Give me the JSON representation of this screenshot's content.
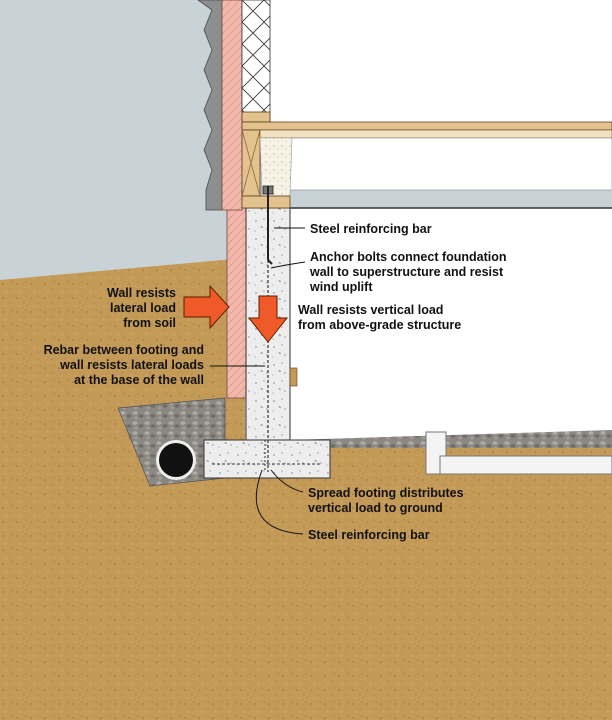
{
  "labels": {
    "steel_bar_top": "Steel reinforcing bar",
    "anchor_1": "Anchor bolts connect foundation",
    "anchor_2": "wall to superstructure and resist",
    "anchor_3": "wind uplift",
    "lateral_1": "Wall resists",
    "lateral_2": "lateral load",
    "lateral_3": "from soil",
    "vertical_1": "Wall resists vertical load",
    "vertical_2": "from above-grade structure",
    "rebar_1": "Rebar between footing and",
    "rebar_2": "wall resists lateral loads",
    "rebar_3": "at the base of the wall",
    "footing_1": "Spread footing distributes",
    "footing_2": "vertical load to ground",
    "steel_bar_bottom": "Steel reinforcing bar"
  },
  "colors": {
    "sky": "#c9d2d6",
    "soil": "#c49a58",
    "concrete": "#ececec",
    "insulation": "#f1b8ab",
    "lumber": "#e3c28d",
    "siding": "#8d8f8e",
    "arrow": "#f05a28",
    "gravel": "#8e8a86",
    "drain_pipe": "#111111",
    "plumbing": "#f4f4f4"
  }
}
